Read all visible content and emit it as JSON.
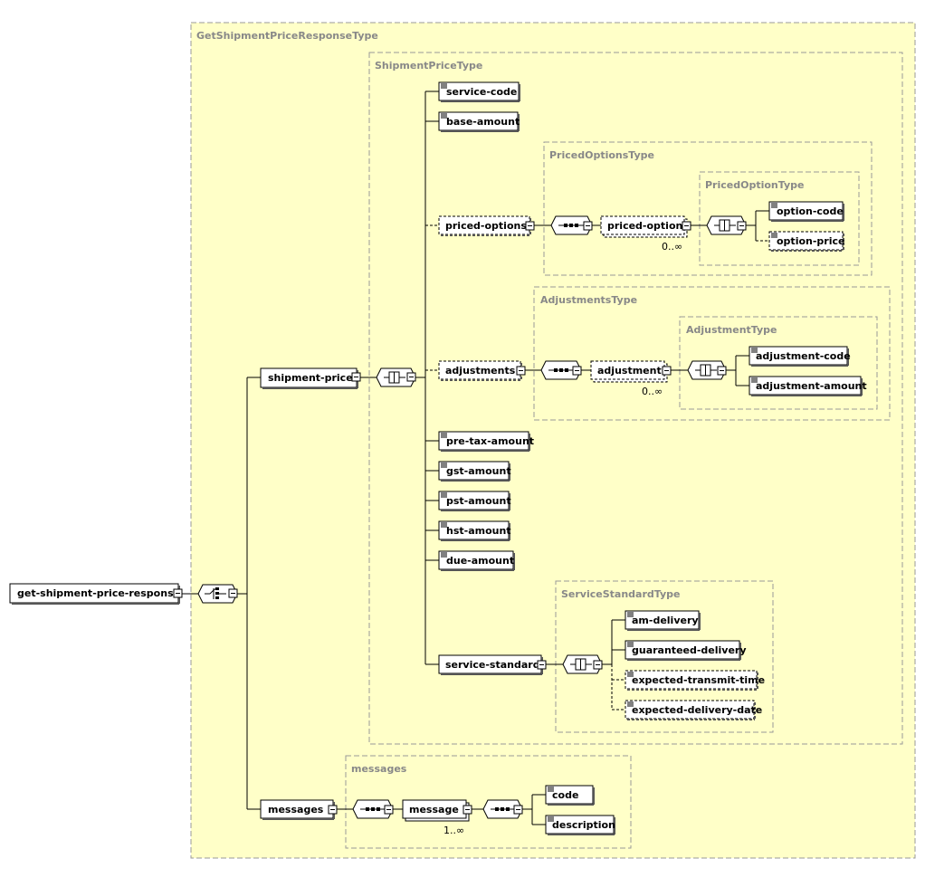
{
  "root": {
    "label": "get-shipment-price-response"
  },
  "types": {
    "response": "GetShipmentPriceResponseType",
    "shipment_price": "ShipmentPriceType",
    "priced_options": "PricedOptionsType",
    "priced_option": "PricedOptionType",
    "adjustments": "AdjustmentsType",
    "adjustment": "AdjustmentType",
    "service_standard": "ServiceStandardType",
    "messages": "messages"
  },
  "elements": {
    "shipment_price": "shipment-price",
    "messages": "messages",
    "service_code": "service-code",
    "base_amount": "base-amount",
    "priced_options": "priced-options",
    "priced_option": "priced-option",
    "option_code": "option-code",
    "option_price": "option-price",
    "adjustments": "adjustments",
    "adjustment": "adjustment",
    "adjustment_code": "adjustment-code",
    "adjustment_amount": "adjustment-amount",
    "pre_tax_amount": "pre-tax-amount",
    "gst_amount": "gst-amount",
    "pst_amount": "pst-amount",
    "hst_amount": "hst-amount",
    "due_amount": "due-amount",
    "service_standard": "service-standard",
    "am_delivery": "am-delivery",
    "guaranteed_delivery": "guaranteed-delivery",
    "expected_transmit_time": "expected-transmit-time",
    "expected_delivery_date": "expected-delivery-date",
    "message": "message",
    "code": "code",
    "description": "description"
  },
  "cardinality": {
    "priced_option": "0..∞",
    "adjustment": "0..∞",
    "message": "1..∞"
  },
  "colors": {
    "background": "#ffffc8",
    "type_border": "#999999",
    "element_fill": "#ffffff",
    "type_label": "#888888"
  }
}
